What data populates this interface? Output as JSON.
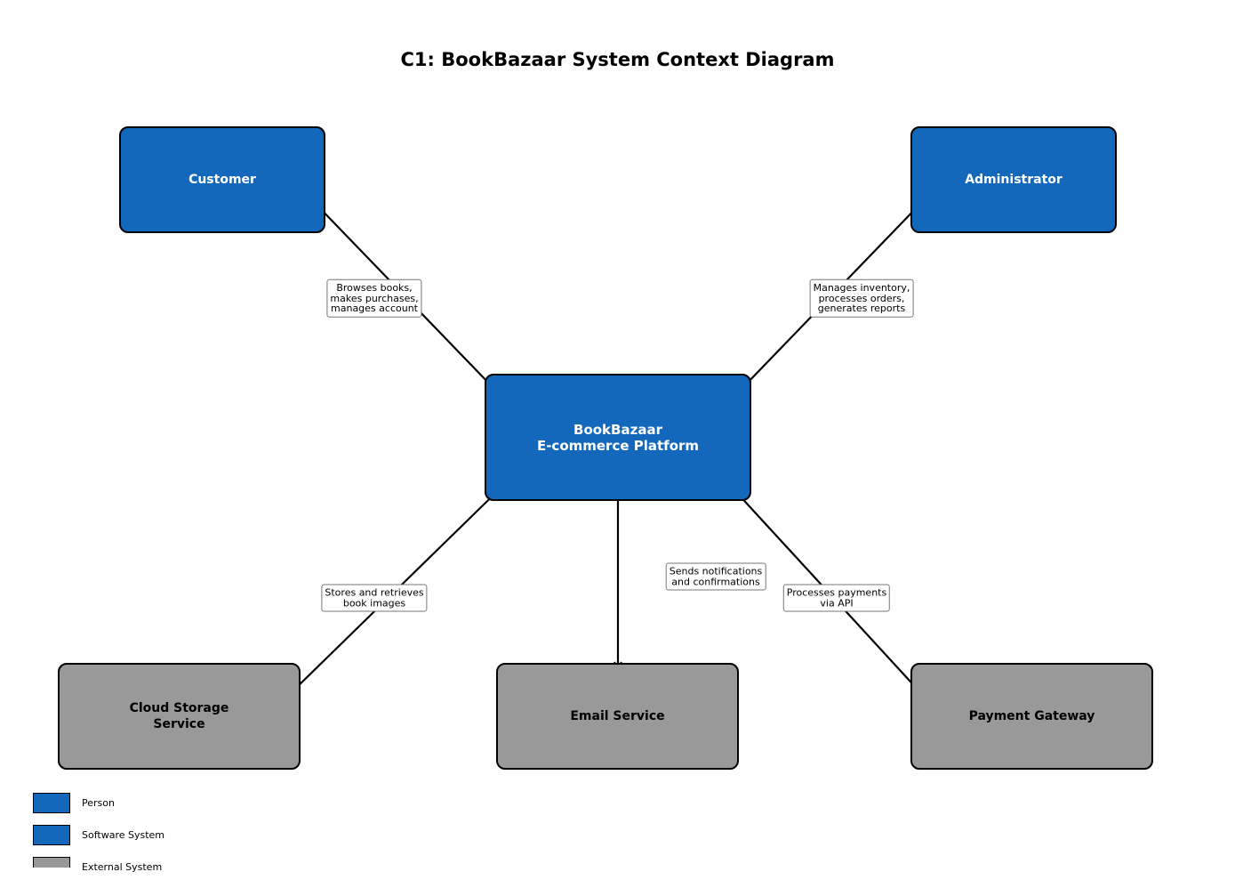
{
  "title": "C1: BookBazaar System Context Diagram",
  "colors": {
    "person": "#1468bb",
    "system": "#1468bb",
    "external": "#999999"
  },
  "nodes": {
    "customer": {
      "label": "Customer",
      "type": "person"
    },
    "administrator": {
      "label": "Administrator",
      "type": "person"
    },
    "platform": {
      "label": "BookBazaar\nE-commerce Platform",
      "type": "system"
    },
    "cloud_storage": {
      "label": "Cloud Storage\nService",
      "type": "external"
    },
    "email": {
      "label": "Email Service",
      "type": "external"
    },
    "payment": {
      "label": "Payment Gateway",
      "type": "external"
    }
  },
  "edges": [
    {
      "from": "Customer",
      "to": "BookBazaar E-commerce Platform",
      "label": "Browses books,\nmakes purchases,\nmanages account"
    },
    {
      "from": "Administrator",
      "to": "BookBazaar E-commerce Platform",
      "label": "Manages inventory,\nprocesses orders,\ngenerates reports"
    },
    {
      "from": "BookBazaar E-commerce Platform",
      "to": "Cloud Storage Service",
      "label": "Stores and retrieves\nbook images"
    },
    {
      "from": "BookBazaar E-commerce Platform",
      "to": "Email Service",
      "label": "Sends notifications\nand confirmations"
    },
    {
      "from": "BookBazaar E-commerce Platform",
      "to": "Payment Gateway",
      "label": "Processes payments\nvia API"
    }
  ],
  "legend": [
    {
      "label": "Person",
      "color": "#1468bb"
    },
    {
      "label": "Software System",
      "color": "#1468bb"
    },
    {
      "label": "External System",
      "color": "#999999"
    }
  ]
}
